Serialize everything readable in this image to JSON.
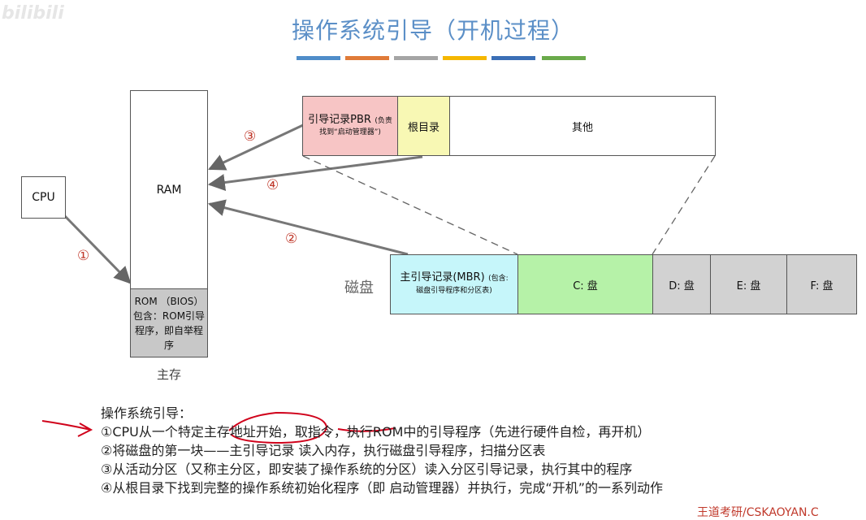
{
  "watermark": "bilibili",
  "title": "操作系统引导（开机过程）",
  "color_bar": [
    "#4f8dc9",
    "#e07b39",
    "#a5a5a5",
    "#f5b700",
    "#3b6fb6",
    "#6aaa4b"
  ],
  "cpu": {
    "label": "CPU"
  },
  "memory": {
    "ram_label": "RAM",
    "rom_line1": "ROM （BIOS）",
    "rom_line2": "包含：ROM引导",
    "rom_line3": "程序，即自举程",
    "rom_line4": "序",
    "caption": "主存"
  },
  "partition": {
    "pbr_label": "引导记录PBR",
    "pbr_note1": "(负责",
    "pbr_note2": "找到“启动管理器”)",
    "root_label": "根目录",
    "other_label": "其他"
  },
  "disk": {
    "caption": "磁盘",
    "mbr_label": "主引导记录(MBR)",
    "mbr_note1": "(包含:",
    "mbr_note2": "磁盘引导程序和分区表)",
    "c": "C: 盘",
    "d": "D: 盘",
    "e": "E: 盘",
    "f": "F: 盘"
  },
  "steps": {
    "s1": "①",
    "s2": "②",
    "s3": "③",
    "s4": "④"
  },
  "notes": {
    "heading": "操作系统引导：",
    "line1": "①CPU从一个特定主存地址开始，取指令，执行ROM中的引导程序（先进行硬件自检，再开机）",
    "line2": "②将磁盘的第一块——主引导记录 读入内存，执行磁盘引导程序，扫描分区表",
    "line3": "③从活动分区（又称主分区，即安装了操作系统的分区）读入分区引导记录，执行其中的程序",
    "line4": "④从根目录下找到完整的操作系统初始化程序（即 启动管理器）并执行，完成“开机”的一系列动作"
  },
  "footer": "王道考研/CSKAOYAN.C"
}
